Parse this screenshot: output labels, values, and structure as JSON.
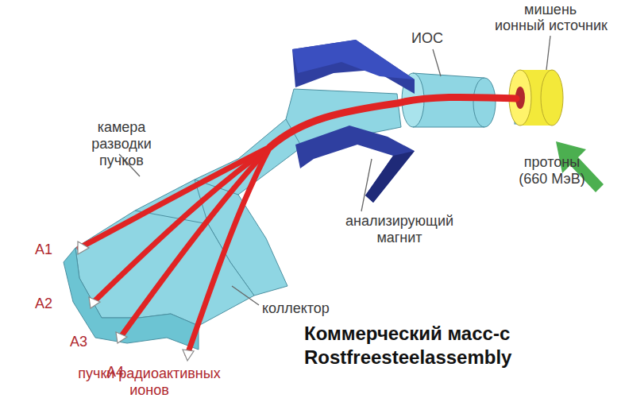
{
  "diagram": {
    "labels": [
      "мишень",
      "ионный источник",
      "ИОС",
      "протоны (660 МэВ)",
      "камера разводки пучков",
      "анализирующий магнит",
      "A1",
      "коллектор",
      "A2",
      "A3",
      "A4",
      "Коммерческий масс-с",
      "Rostfreesteelassembly",
      "пучки радиоактивных ионов"
    ]
  }
}
